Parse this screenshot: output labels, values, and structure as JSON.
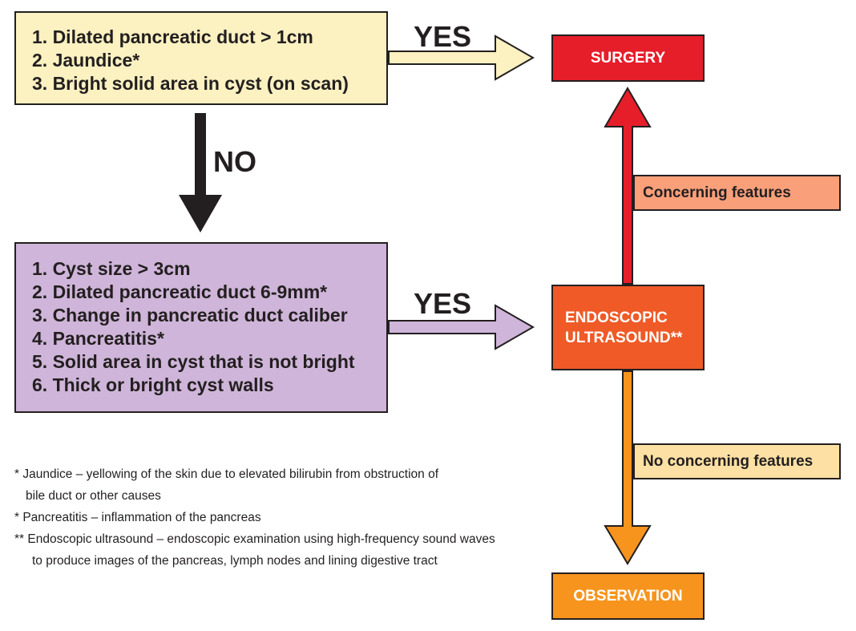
{
  "colors": {
    "top_box_fill": "#fbf1c1",
    "mid_box_fill": "#cfb5d9",
    "surgery_fill": "#e51e2a",
    "eus_fill": "#ef5a27",
    "observation_fill": "#f7941d",
    "concerning_fill": "#f9a07a",
    "no_concerning_fill": "#fde0a3",
    "outline": "#231f20"
  },
  "top_criteria": {
    "lines": [
      "1. Dilated pancreatic duct > 1cm",
      "2. Jaundice*",
      "3. Bright solid area in cyst (on scan)"
    ]
  },
  "middle_criteria": {
    "lines": [
      "1. Cyst size > 3cm",
      "2. Dilated pancreatic duct 6-9mm*",
      "3. Change in pancreatic duct caliber",
      "4. Pancreatitis*",
      "5. Solid area in cyst that is not bright",
      "6. Thick or bright cyst walls"
    ]
  },
  "arrow_labels": {
    "yes_top": "YES",
    "no": "NO",
    "yes_middle": "YES"
  },
  "outcomes": {
    "surgery": "SURGERY",
    "eus_line1": "ENDOSCOPIC",
    "eus_line2": "ULTRASOUND**",
    "observation": "OBSERVATION"
  },
  "features": {
    "concerning": "Concerning features",
    "no_concerning": "No concerning features"
  },
  "footnotes": {
    "jaundice_line1": "* Jaundice – yellowing of the skin due to elevated bilirubin from obstruction of",
    "jaundice_line2": "bile duct or other causes",
    "pancreatitis": "* Pancreatitis – inflammation of the pancreas",
    "eus_line1": "** Endoscopic ultrasound – endoscopic examination using high-frequency sound waves",
    "eus_line2": "to produce images of the pancreas, lymph nodes and lining digestive tract"
  }
}
